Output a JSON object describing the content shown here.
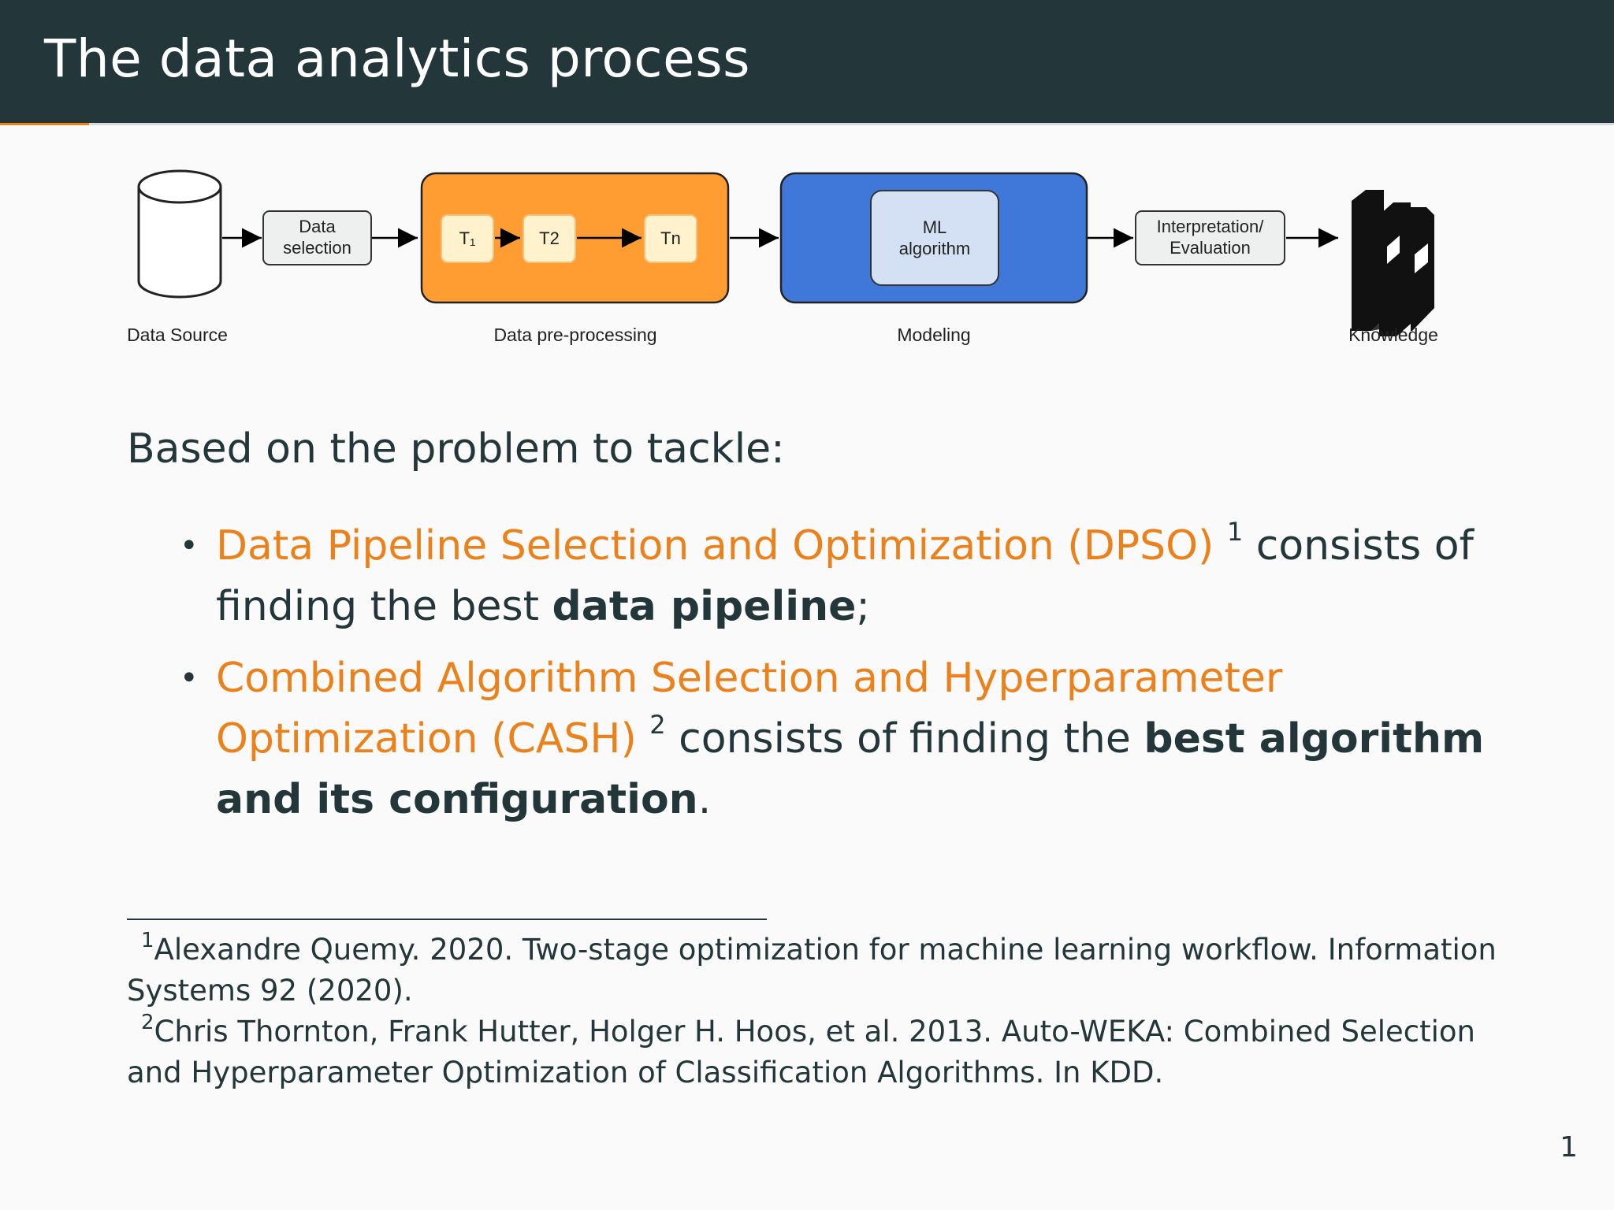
{
  "slide": {
    "title": "The data analytics process",
    "progress_fraction": 0.055,
    "page_number": "1"
  },
  "diagram": {
    "data_selection": [
      "Data",
      "selection"
    ],
    "transforms": [
      "T₁",
      "T2",
      "Tn"
    ],
    "ml_algorithm": [
      "ML",
      "algorithm"
    ],
    "interpretation": [
      "Interpretation/",
      "Evaluation"
    ],
    "stage_labels": {
      "data_source": "Data Source",
      "preprocessing": "Data pre-processing",
      "modeling": "Modeling",
      "knowledge": "Knowledge"
    },
    "colors": {
      "preprocessing_fill": "#ff9d33",
      "transform_fill": "#fff2cc",
      "modeling_fill": "#3f78d8",
      "ml_fill": "#d4e1f5"
    },
    "icons": [
      "database-cylinder-icon",
      "books-icon"
    ]
  },
  "body": {
    "intro": "Based on the problem to tackle:",
    "bullets": [
      {
        "accent": "Data Pipeline Selection and Optimization (DPSO)",
        "ref": "1",
        "text1": " consists of finding the best ",
        "strong": "data pipeline",
        "text2": ";"
      },
      {
        "accent": "Combined Algorithm Selection and Hyperparameter Optimization (CASH)",
        "ref": "2",
        "text1": " consists of finding the ",
        "strong": "best algorithm and its configuration",
        "text2": "."
      }
    ]
  },
  "footnotes": [
    {
      "num": "1",
      "text": "Alexandre Quemy. 2020. Two-stage optimization for machine learning workflow. Information Systems 92 (2020)."
    },
    {
      "num": "2",
      "text": "Chris Thornton, Frank Hutter, Holger H. Hoos, et al. 2013. Auto-WEKA: Combined Selection and Hyperparameter Optimization of Classification Algorithms. In KDD."
    }
  ],
  "theme": {
    "accent": "#eb811b",
    "dark": "#23373b"
  }
}
